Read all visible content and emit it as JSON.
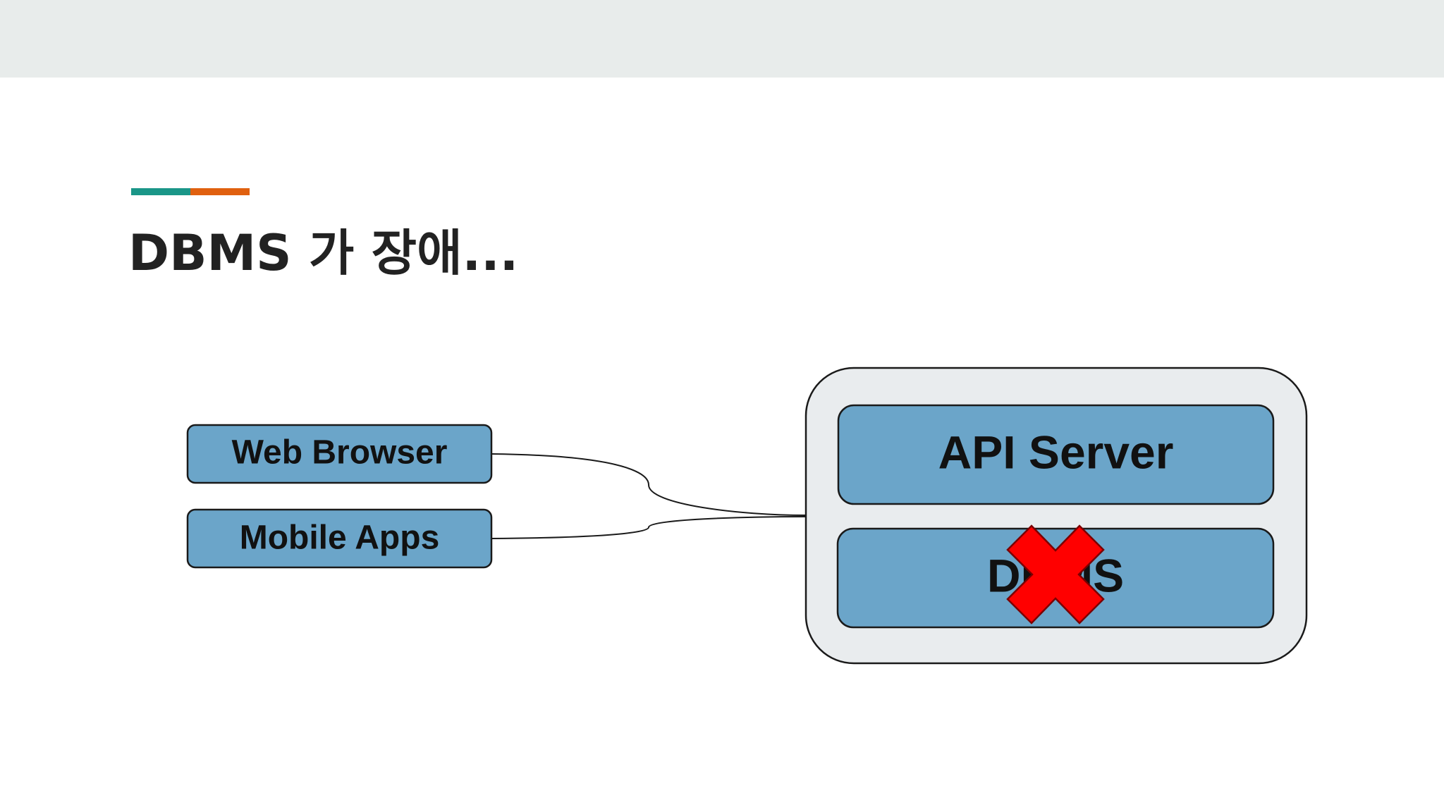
{
  "slide": {
    "title": "DBMS 가 장애...",
    "accent_colors": {
      "teal": "#1a9688",
      "orange": "#e0600f"
    }
  },
  "diagram": {
    "clients": [
      {
        "label": "Web Browser"
      },
      {
        "label": "Mobile Apps"
      }
    ],
    "server_group": {
      "layers": [
        {
          "label": "API Server",
          "status": "ok"
        },
        {
          "label": "DBMS",
          "status": "failed",
          "marker": "red-x-icon"
        }
      ]
    },
    "colors": {
      "box_fill": "#6ba5c9",
      "box_stroke": "#1a1a1a",
      "group_fill": "#e9ecee",
      "failure_mark": "#ff0000"
    }
  }
}
